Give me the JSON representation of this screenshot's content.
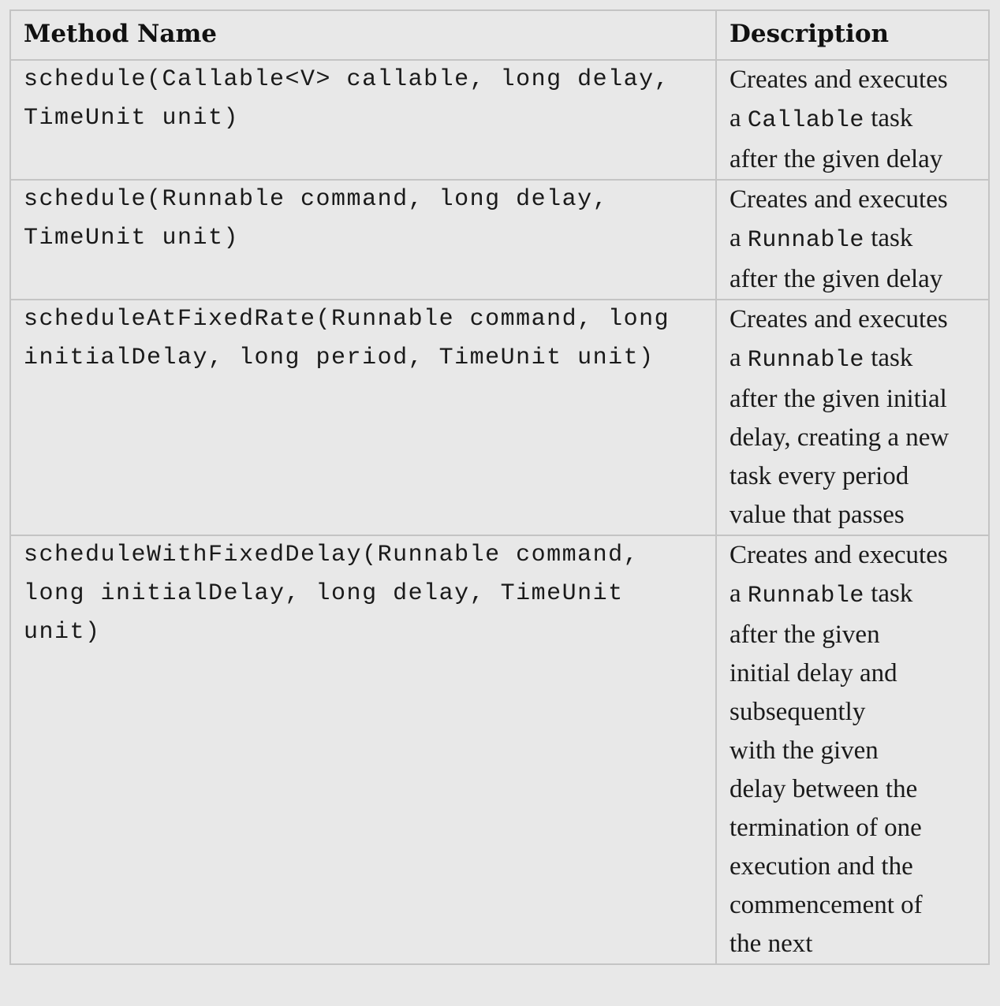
{
  "table": {
    "headers": {
      "method": "Method Name",
      "description": "Description"
    },
    "rows": [
      {
        "method_lines": [
          "schedule(Callable<V> callable, long delay,",
          "TimeUnit unit)"
        ],
        "desc_lines": [
          {
            "pre": "Creates and executes"
          },
          {
            "pre": "a ",
            "code": "Callable",
            "post": " task"
          },
          {
            "pre": "after the given delay"
          }
        ]
      },
      {
        "method_lines": [
          "schedule(Runnable command, long delay,",
          "TimeUnit unit)"
        ],
        "desc_lines": [
          {
            "pre": "Creates and executes"
          },
          {
            "pre": "a ",
            "code": "Runnable",
            "post": " task"
          },
          {
            "pre": "after the given delay"
          }
        ]
      },
      {
        "method_lines": [
          "scheduleAtFixedRate(Runnable command, long",
          "initialDelay, long period, TimeUnit unit)"
        ],
        "desc_lines": [
          {
            "pre": "Creates and executes"
          },
          {
            "pre": "a ",
            "code": "Runnable",
            "post": " task"
          },
          {
            "pre": "after the given initial"
          },
          {
            "pre": "delay, creating a new"
          },
          {
            "pre": "task every period"
          },
          {
            "pre": "value that passes"
          }
        ]
      },
      {
        "method_lines": [
          "scheduleWithFixedDelay(Runnable command,",
          "long initialDelay, long delay, TimeUnit",
          "unit)"
        ],
        "desc_lines": [
          {
            "pre": "Creates and executes"
          },
          {
            "pre": "a ",
            "code": "Runnable",
            "post": " task"
          },
          {
            "pre": "after the given"
          },
          {
            "pre": "initial delay and"
          },
          {
            "pre": "subsequently"
          },
          {
            "pre": "with the given"
          },
          {
            "pre": "delay between the"
          },
          {
            "pre": "termination of one"
          },
          {
            "pre": "execution and the"
          },
          {
            "pre": "commencement of"
          },
          {
            "pre": "the next"
          }
        ]
      }
    ]
  }
}
